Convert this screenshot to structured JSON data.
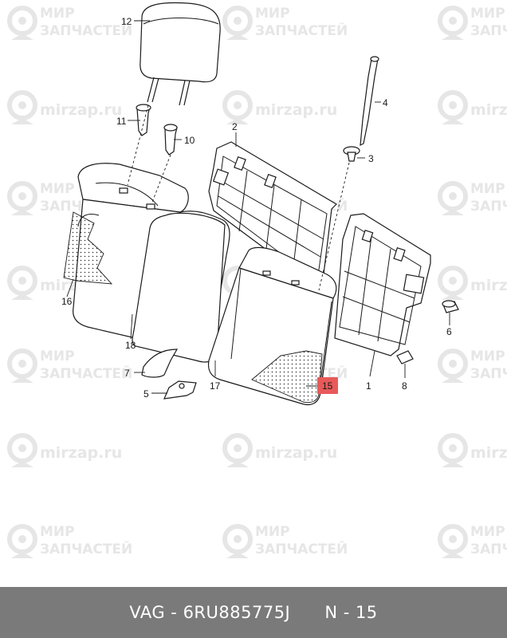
{
  "watermark": {
    "line1": "МИР",
    "line2": "ЗАПЧАСТЕЙ",
    "site": "mirzap.ru",
    "color": "#e6e6e6"
  },
  "callouts": [
    "12",
    "11",
    "10",
    "4",
    "3",
    "2",
    "16",
    "18",
    "6",
    "7",
    "5",
    "17",
    "15",
    "1",
    "8"
  ],
  "highlight": {
    "label": "15",
    "color": "#e85a5a"
  },
  "footer": {
    "brand": "VAG",
    "part_number": "6RU885775J",
    "position": "N - 15",
    "separator": "-",
    "background": "#7a7a7a"
  }
}
